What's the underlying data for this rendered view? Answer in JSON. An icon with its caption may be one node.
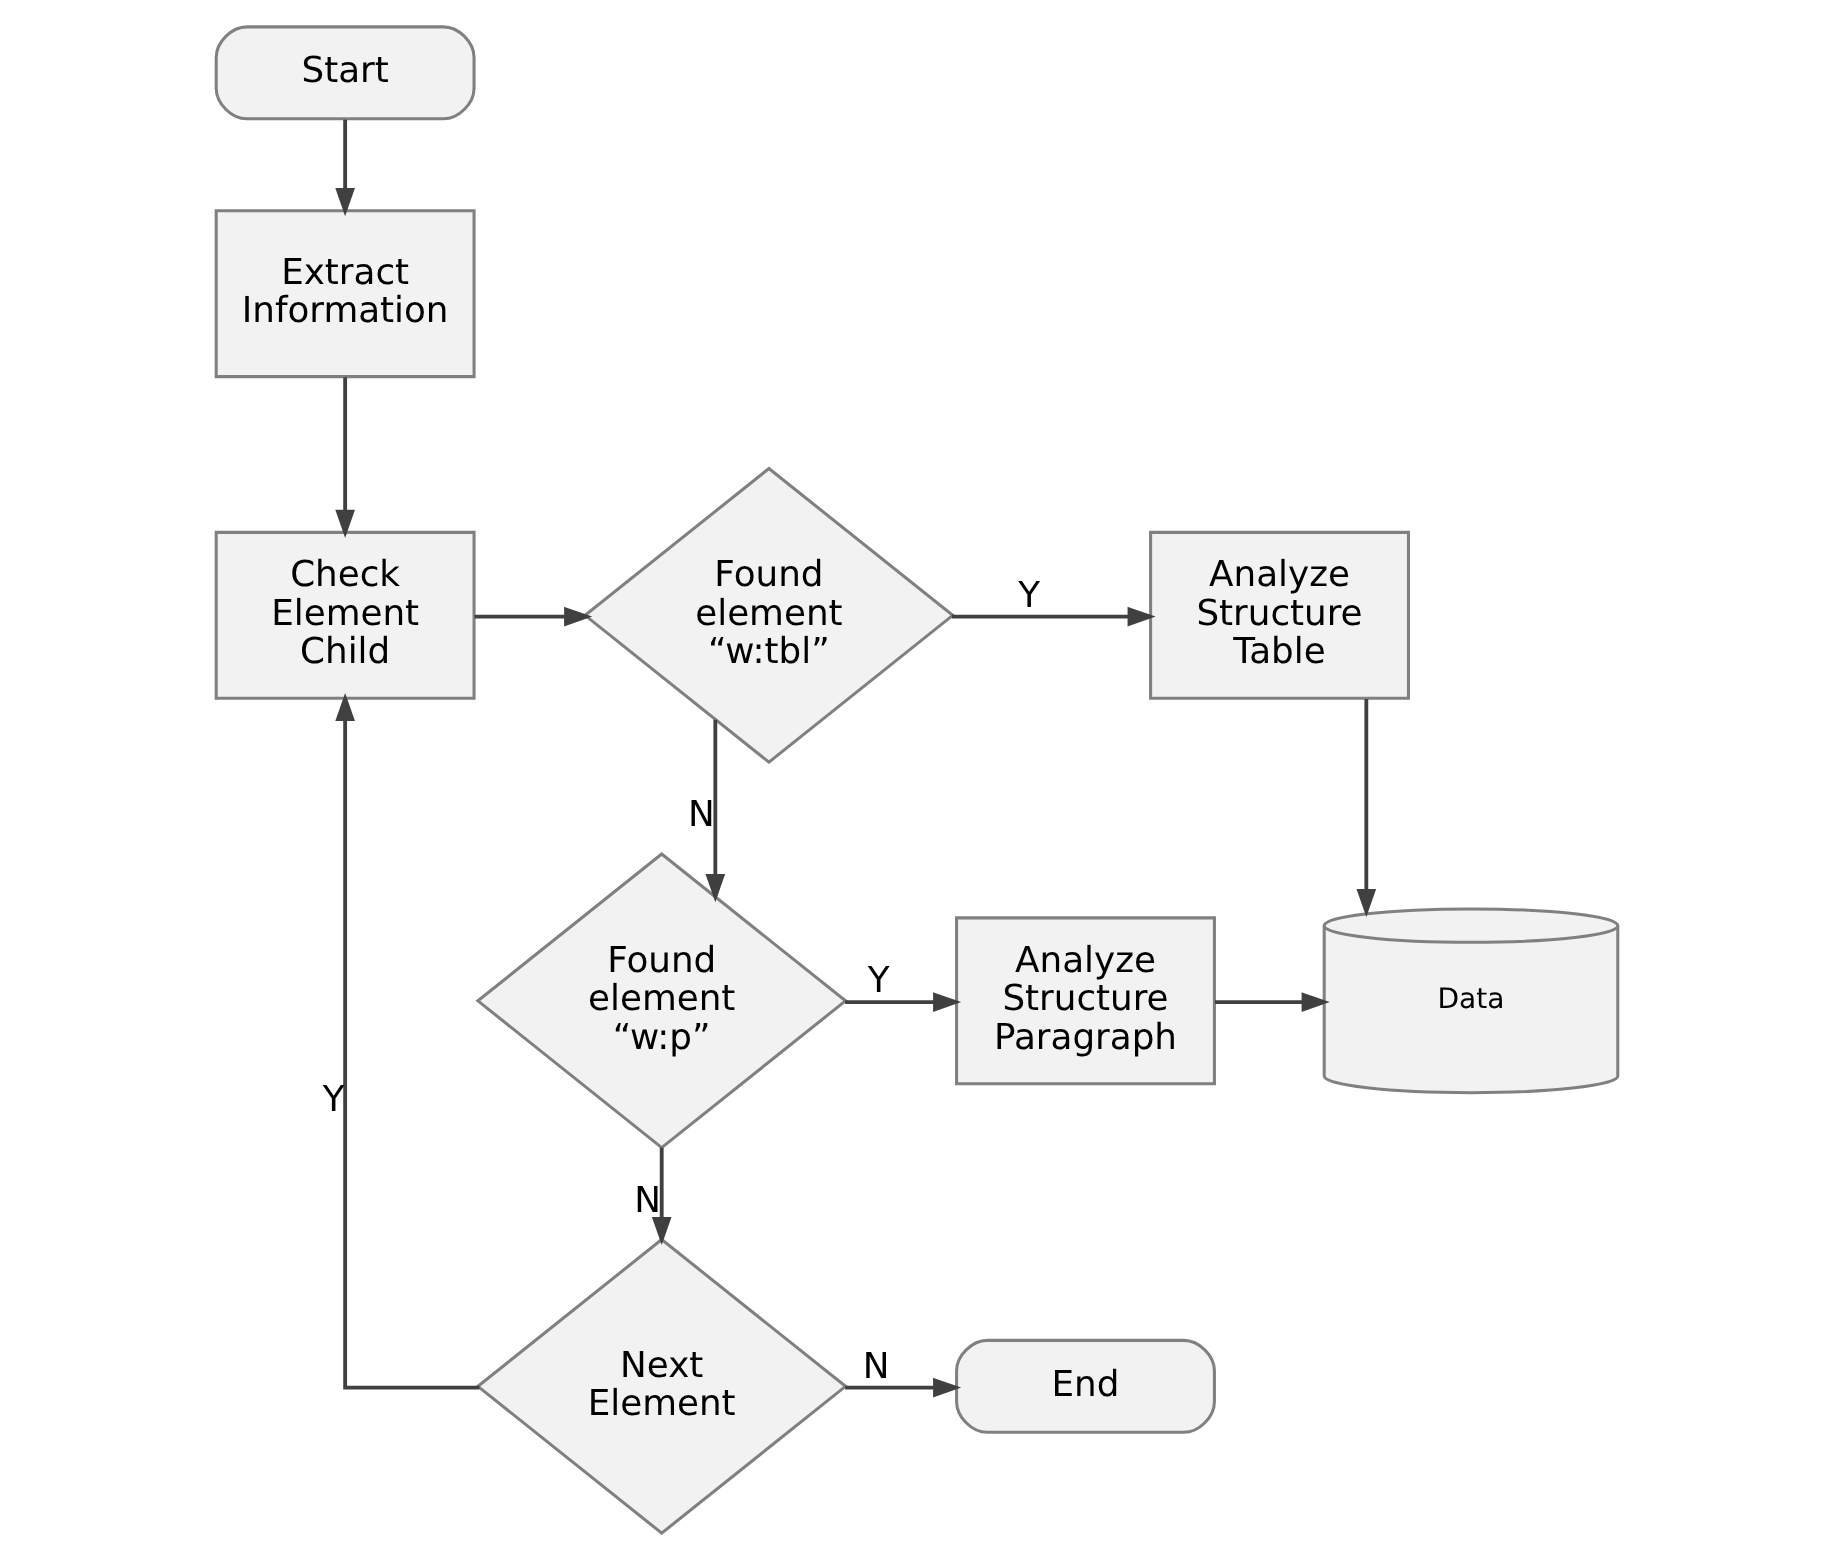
{
  "diagram": {
    "nodes": [
      {
        "text": [
          "Start"
        ]
      },
      {
        "text": [
          "Extract Information"
        ]
      },
      {
        "text": [
          "Check Element Child"
        ]
      },
      {
        "text": [
          "Found element “w:tbl”"
        ]
      },
      {
        "text": [
          "Analyze Structure Table"
        ]
      },
      {
        "text": [
          "Found element “w:p”"
        ]
      },
      {
        "text": [
          "Analyze Structure Paragraph"
        ]
      },
      {
        "text": [
          "Data"
        ]
      },
      {
        "text": [
          "Next Element"
        ]
      },
      {
        "text": [
          "End"
        ]
      }
    ],
    "edges": [
      {
        "from": 0,
        "to": 1,
        "arrow": "to"
      },
      {
        "from": 1,
        "to": 2,
        "arrow": "to"
      },
      {
        "from": 2,
        "to": 3,
        "arrow": "to"
      },
      {
        "from": 3,
        "to": 4,
        "arrow": "to",
        "label": "Y"
      },
      {
        "from": 4,
        "to": 7,
        "arrow": "to"
      },
      {
        "from": 3,
        "to": 5,
        "arrow": "to",
        "label": "N"
      },
      {
        "from": 5,
        "to": 6,
        "arrow": "to",
        "label": "Y"
      },
      {
        "from": 6,
        "to": 7,
        "arrow": "to"
      },
      {
        "from": 5,
        "to": 8,
        "arrow": "to",
        "label": "N"
      },
      {
        "from": 8,
        "to": 2,
        "arrow": "to",
        "label": "Y"
      },
      {
        "from": 8,
        "to": 9,
        "arrow": "to",
        "label": "N"
      }
    ]
  }
}
